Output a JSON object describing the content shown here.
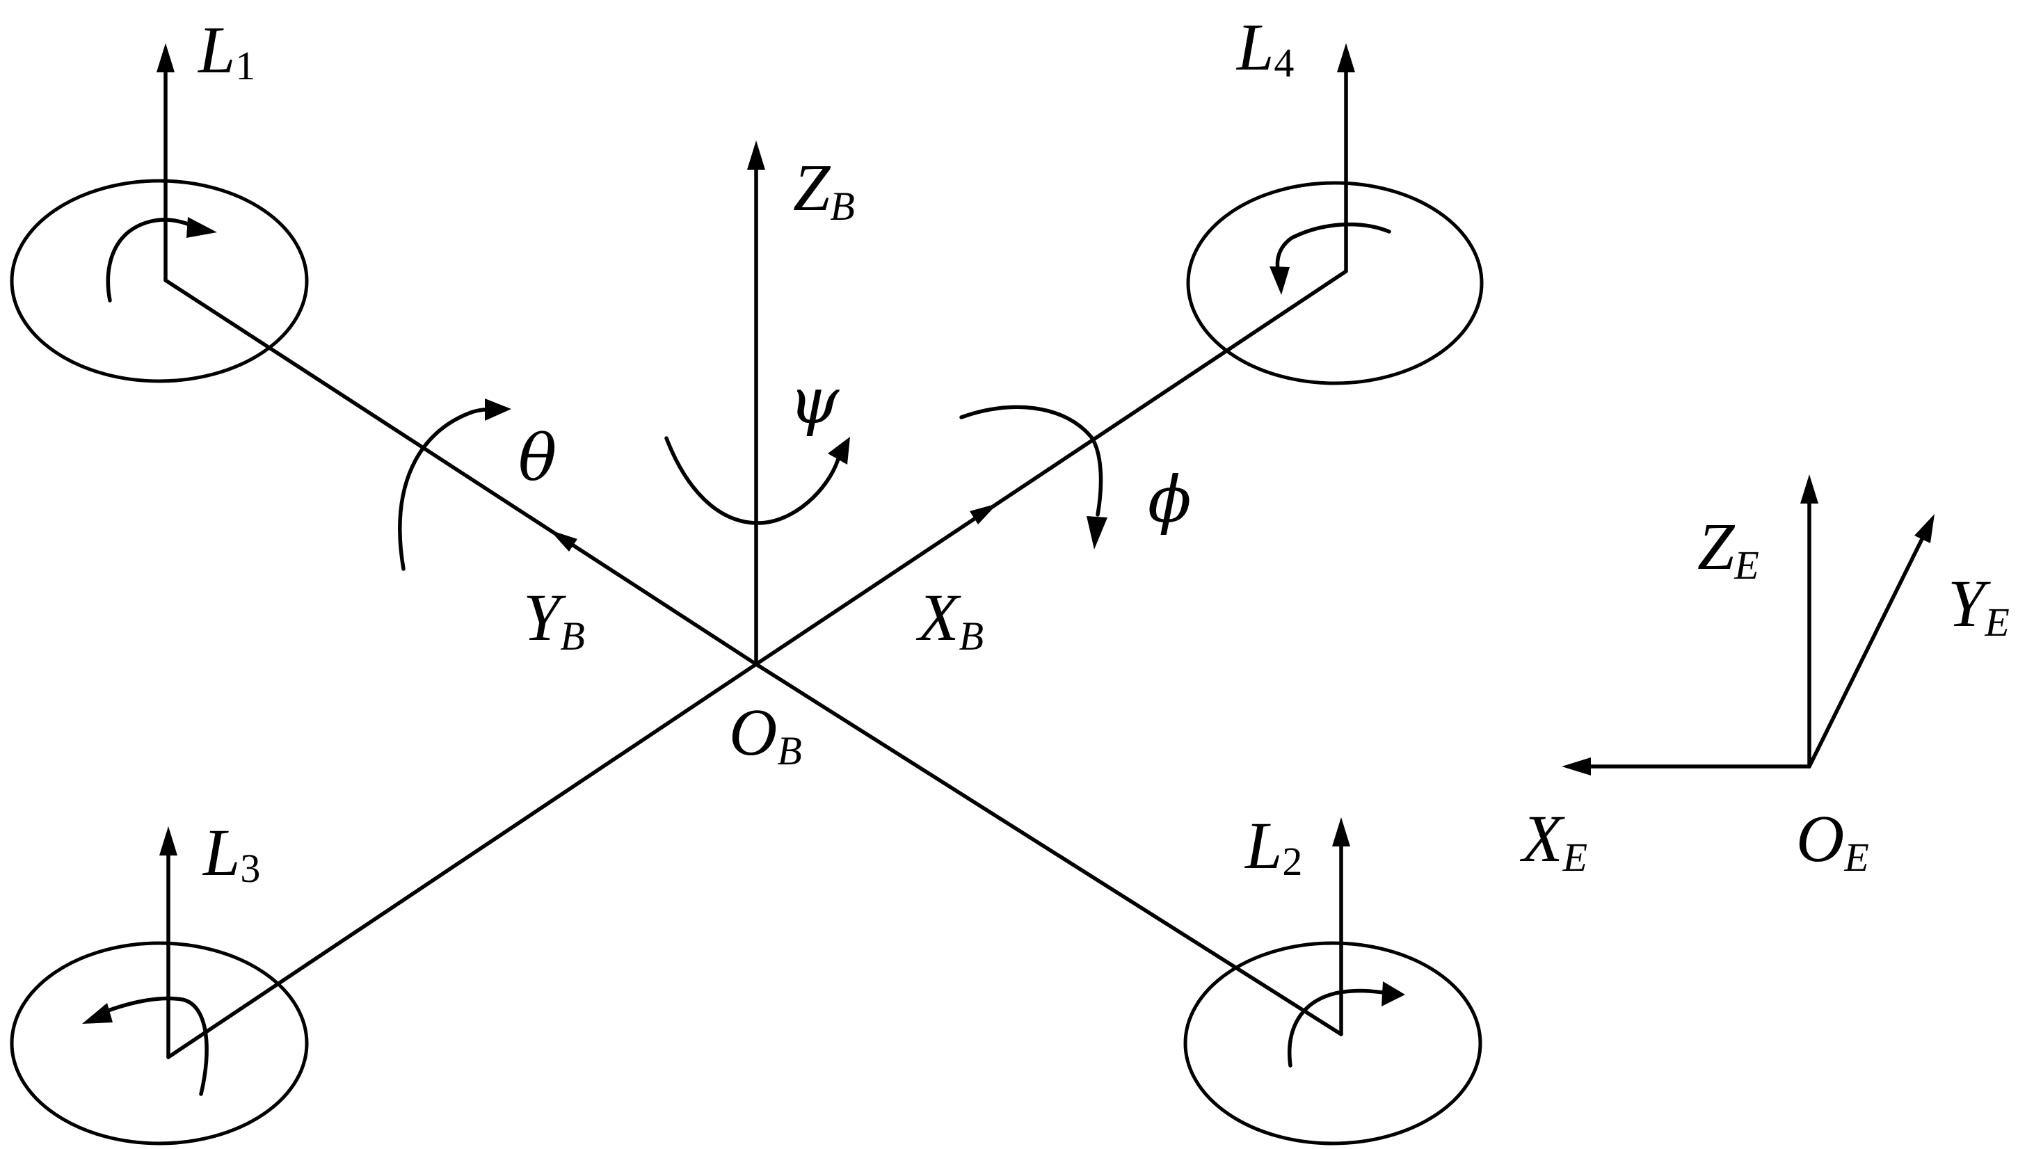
{
  "labels": {
    "L1": {
      "main": "L",
      "sub": "1"
    },
    "L2": {
      "main": "L",
      "sub": "2"
    },
    "L3": {
      "main": "L",
      "sub": "3"
    },
    "L4": {
      "main": "L",
      "sub": "4"
    },
    "ZB": {
      "main": "Z",
      "sub": "B"
    },
    "YB": {
      "main": "Y",
      "sub": "B"
    },
    "XB": {
      "main": "X",
      "sub": "B"
    },
    "OB": {
      "main": "O",
      "sub": "B"
    },
    "ZE": {
      "main": "Z",
      "sub": "E"
    },
    "YE": {
      "main": "Y",
      "sub": "E"
    },
    "XE": {
      "main": "X",
      "sub": "E"
    },
    "OE": {
      "main": "O",
      "sub": "E"
    },
    "psi": "ψ",
    "theta": "θ",
    "phi": "ϕ"
  }
}
